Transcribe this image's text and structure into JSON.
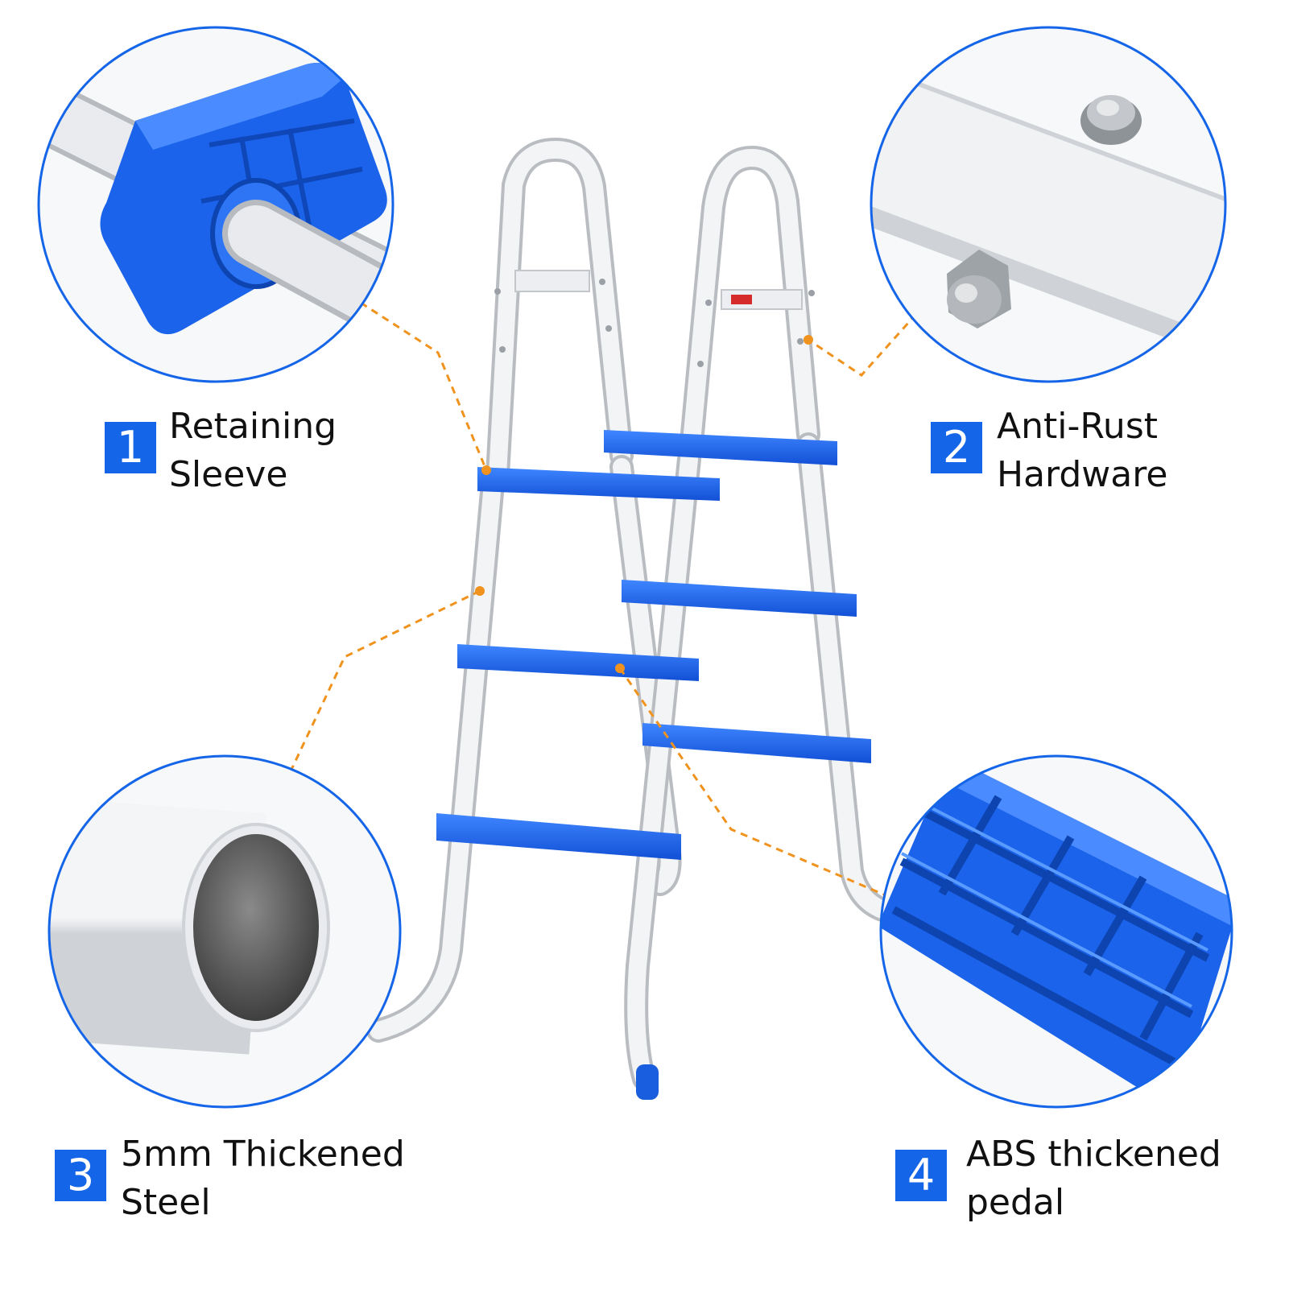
{
  "colors": {
    "accent_blue": "#1565e8",
    "callout_line_orange": "#f0931e",
    "tube_white": "#eef0f2",
    "text": "#111111"
  },
  "features": [
    {
      "number": "1",
      "line1": "Retaining",
      "line2": "Sleeve"
    },
    {
      "number": "2",
      "line1": "Anti-Rust",
      "line2": "Hardware"
    },
    {
      "number": "3",
      "line1": "5mm Thickened",
      "line2": "Steel"
    },
    {
      "number": "4",
      "line1": "ABS thickened",
      "line2": "pedal"
    }
  ]
}
